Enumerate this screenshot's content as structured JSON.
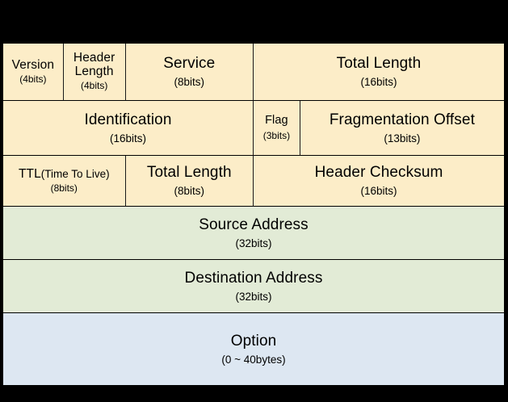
{
  "diagram": {
    "name": "ipv4-header-format",
    "colors": {
      "background": "#000000",
      "header_fields": "#FCEDC8",
      "address_fields": "#E2EBD6",
      "option_field": "#DDE7F2",
      "border": "#000000",
      "text": "#000000"
    },
    "rows": [
      {
        "name": "row-1",
        "fill": "#FCEDC8",
        "cells": [
          {
            "label": "Version",
            "bits": "(4bits)"
          },
          {
            "label": "Header Length",
            "label_line1": "Header",
            "label_line2": "Length",
            "bits": "(4bits)"
          },
          {
            "label": "Service",
            "bits": "(8bits)"
          },
          {
            "label": "Total Length",
            "bits": "(16bits)"
          }
        ]
      },
      {
        "name": "row-2",
        "fill": "#FCEDC8",
        "cells": [
          {
            "label": "Identification",
            "bits": "(16bits)"
          },
          {
            "label": "Flag",
            "bits": "(3bits)"
          },
          {
            "label": "Fragmentation Offset",
            "bits": "(13bits)"
          }
        ]
      },
      {
        "name": "row-3",
        "fill": "#FCEDC8",
        "cells": [
          {
            "label": "TTL",
            "label_suffix": "(Time To Live)",
            "bits": "(8bits)"
          },
          {
            "label": "Total Length",
            "bits": "(8bits)"
          },
          {
            "label": "Header Checksum",
            "bits": "(16bits)"
          }
        ]
      },
      {
        "name": "row-4",
        "fill": "#E2EBD6",
        "cells": [
          {
            "label": "Source Address",
            "bits": "(32bits)"
          }
        ]
      },
      {
        "name": "row-5",
        "fill": "#E2EBD6",
        "cells": [
          {
            "label": "Destination Address",
            "bits": "(32bits)"
          }
        ]
      },
      {
        "name": "row-6",
        "fill": "#DDE7F2",
        "cells": [
          {
            "label": "Option",
            "bits": "(0 ~ 40bytes)"
          }
        ]
      }
    ]
  }
}
